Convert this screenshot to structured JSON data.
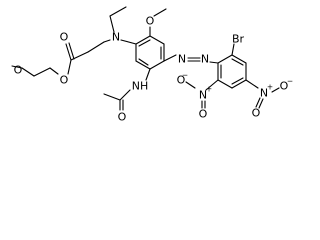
{
  "structure": {
    "atoms": [
      {
        "label": "O"
      },
      {
        "label": "O"
      },
      {
        "label": "O"
      },
      {
        "label": "N"
      },
      {
        "label": "O"
      },
      {
        "label": "N"
      },
      {
        "label": "N"
      },
      {
        "label": "Br"
      },
      {
        "label": "NH"
      },
      {
        "label": "O"
      },
      {
        "label": "N"
      },
      {
        "label": "O"
      },
      {
        "label": "O"
      },
      {
        "label": "N"
      },
      {
        "label": "O"
      },
      {
        "label": "O"
      }
    ],
    "charges": [
      {
        "label": "+"
      },
      {
        "label": "−"
      },
      {
        "label": "+"
      },
      {
        "label": "−"
      }
    ],
    "colors": {
      "bond": "#000000",
      "label": "#000000",
      "background": "#ffffff"
    }
  }
}
